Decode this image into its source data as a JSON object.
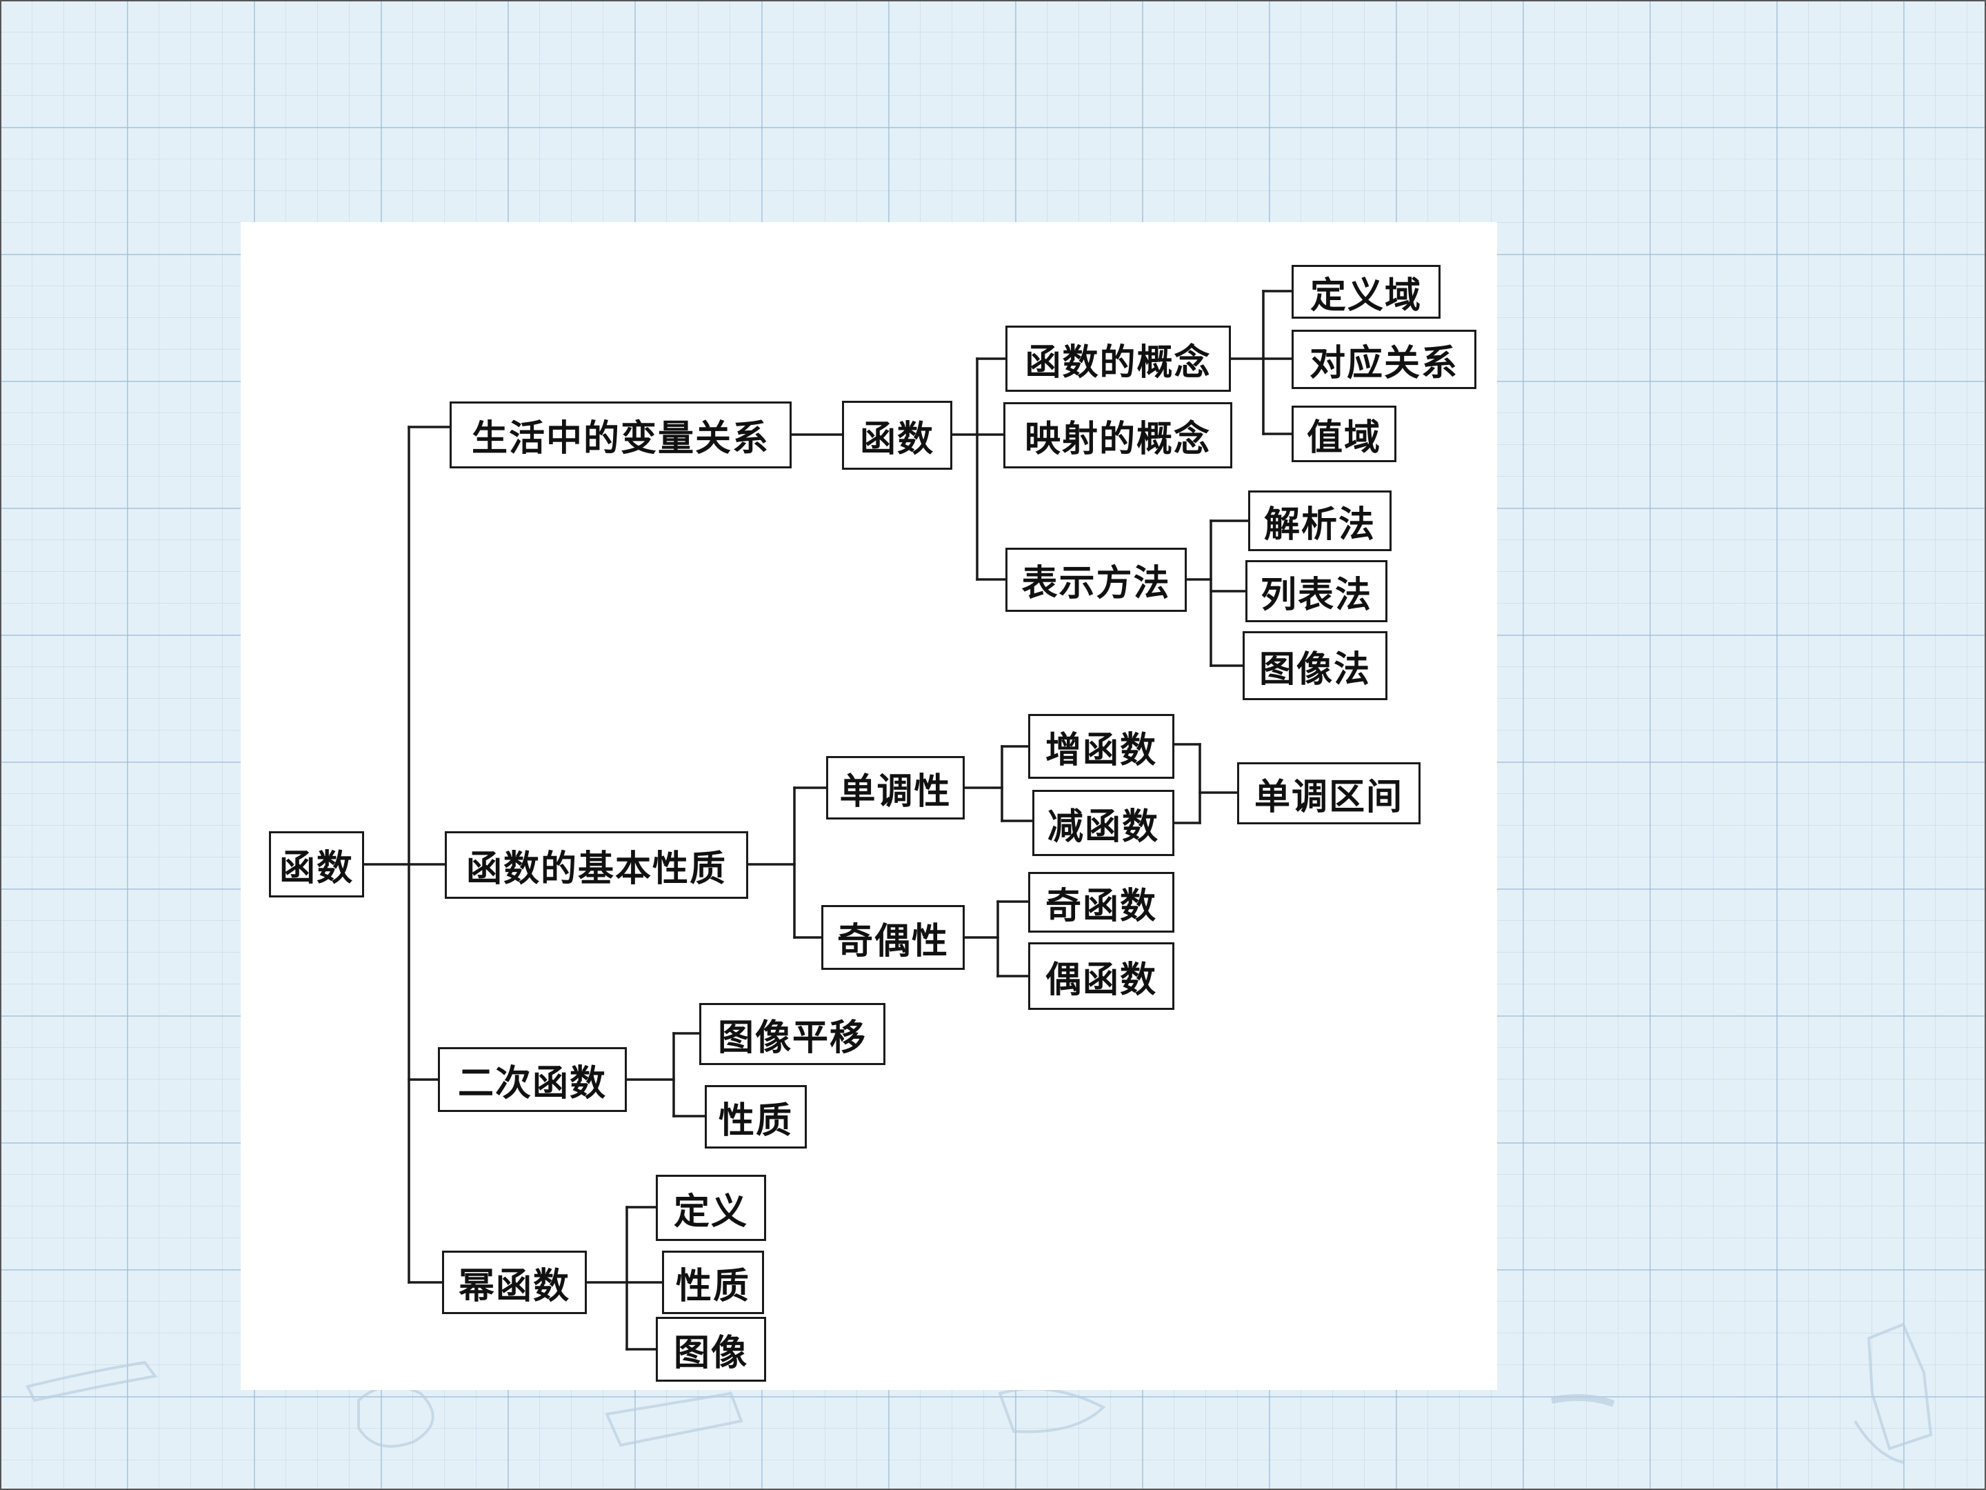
{
  "diagram": {
    "root": "函数",
    "branches": [
      {
        "label": "生活中的变量关系",
        "children": [
          {
            "label": "函数",
            "children": [
              {
                "label": "函数的概念",
                "children": [
                  "定义域",
                  "对应关系",
                  "值域"
                ]
              },
              {
                "label": "映射的概念"
              },
              {
                "label": "表示方法",
                "children": [
                  "解析法",
                  "列表法",
                  "图像法"
                ]
              }
            ]
          }
        ]
      },
      {
        "label": "函数的基本性质",
        "children": [
          {
            "label": "单调性",
            "children": [
              "增函数",
              "减函数"
            ],
            "merge_to": "单调区间"
          },
          {
            "label": "奇偶性",
            "children": [
              "奇函数",
              "偶函数"
            ]
          }
        ]
      },
      {
        "label": "二次函数",
        "children": [
          "图像平移",
          "性质"
        ]
      },
      {
        "label": "幂函数",
        "children": [
          "定义",
          "性质",
          "图像"
        ]
      }
    ]
  }
}
